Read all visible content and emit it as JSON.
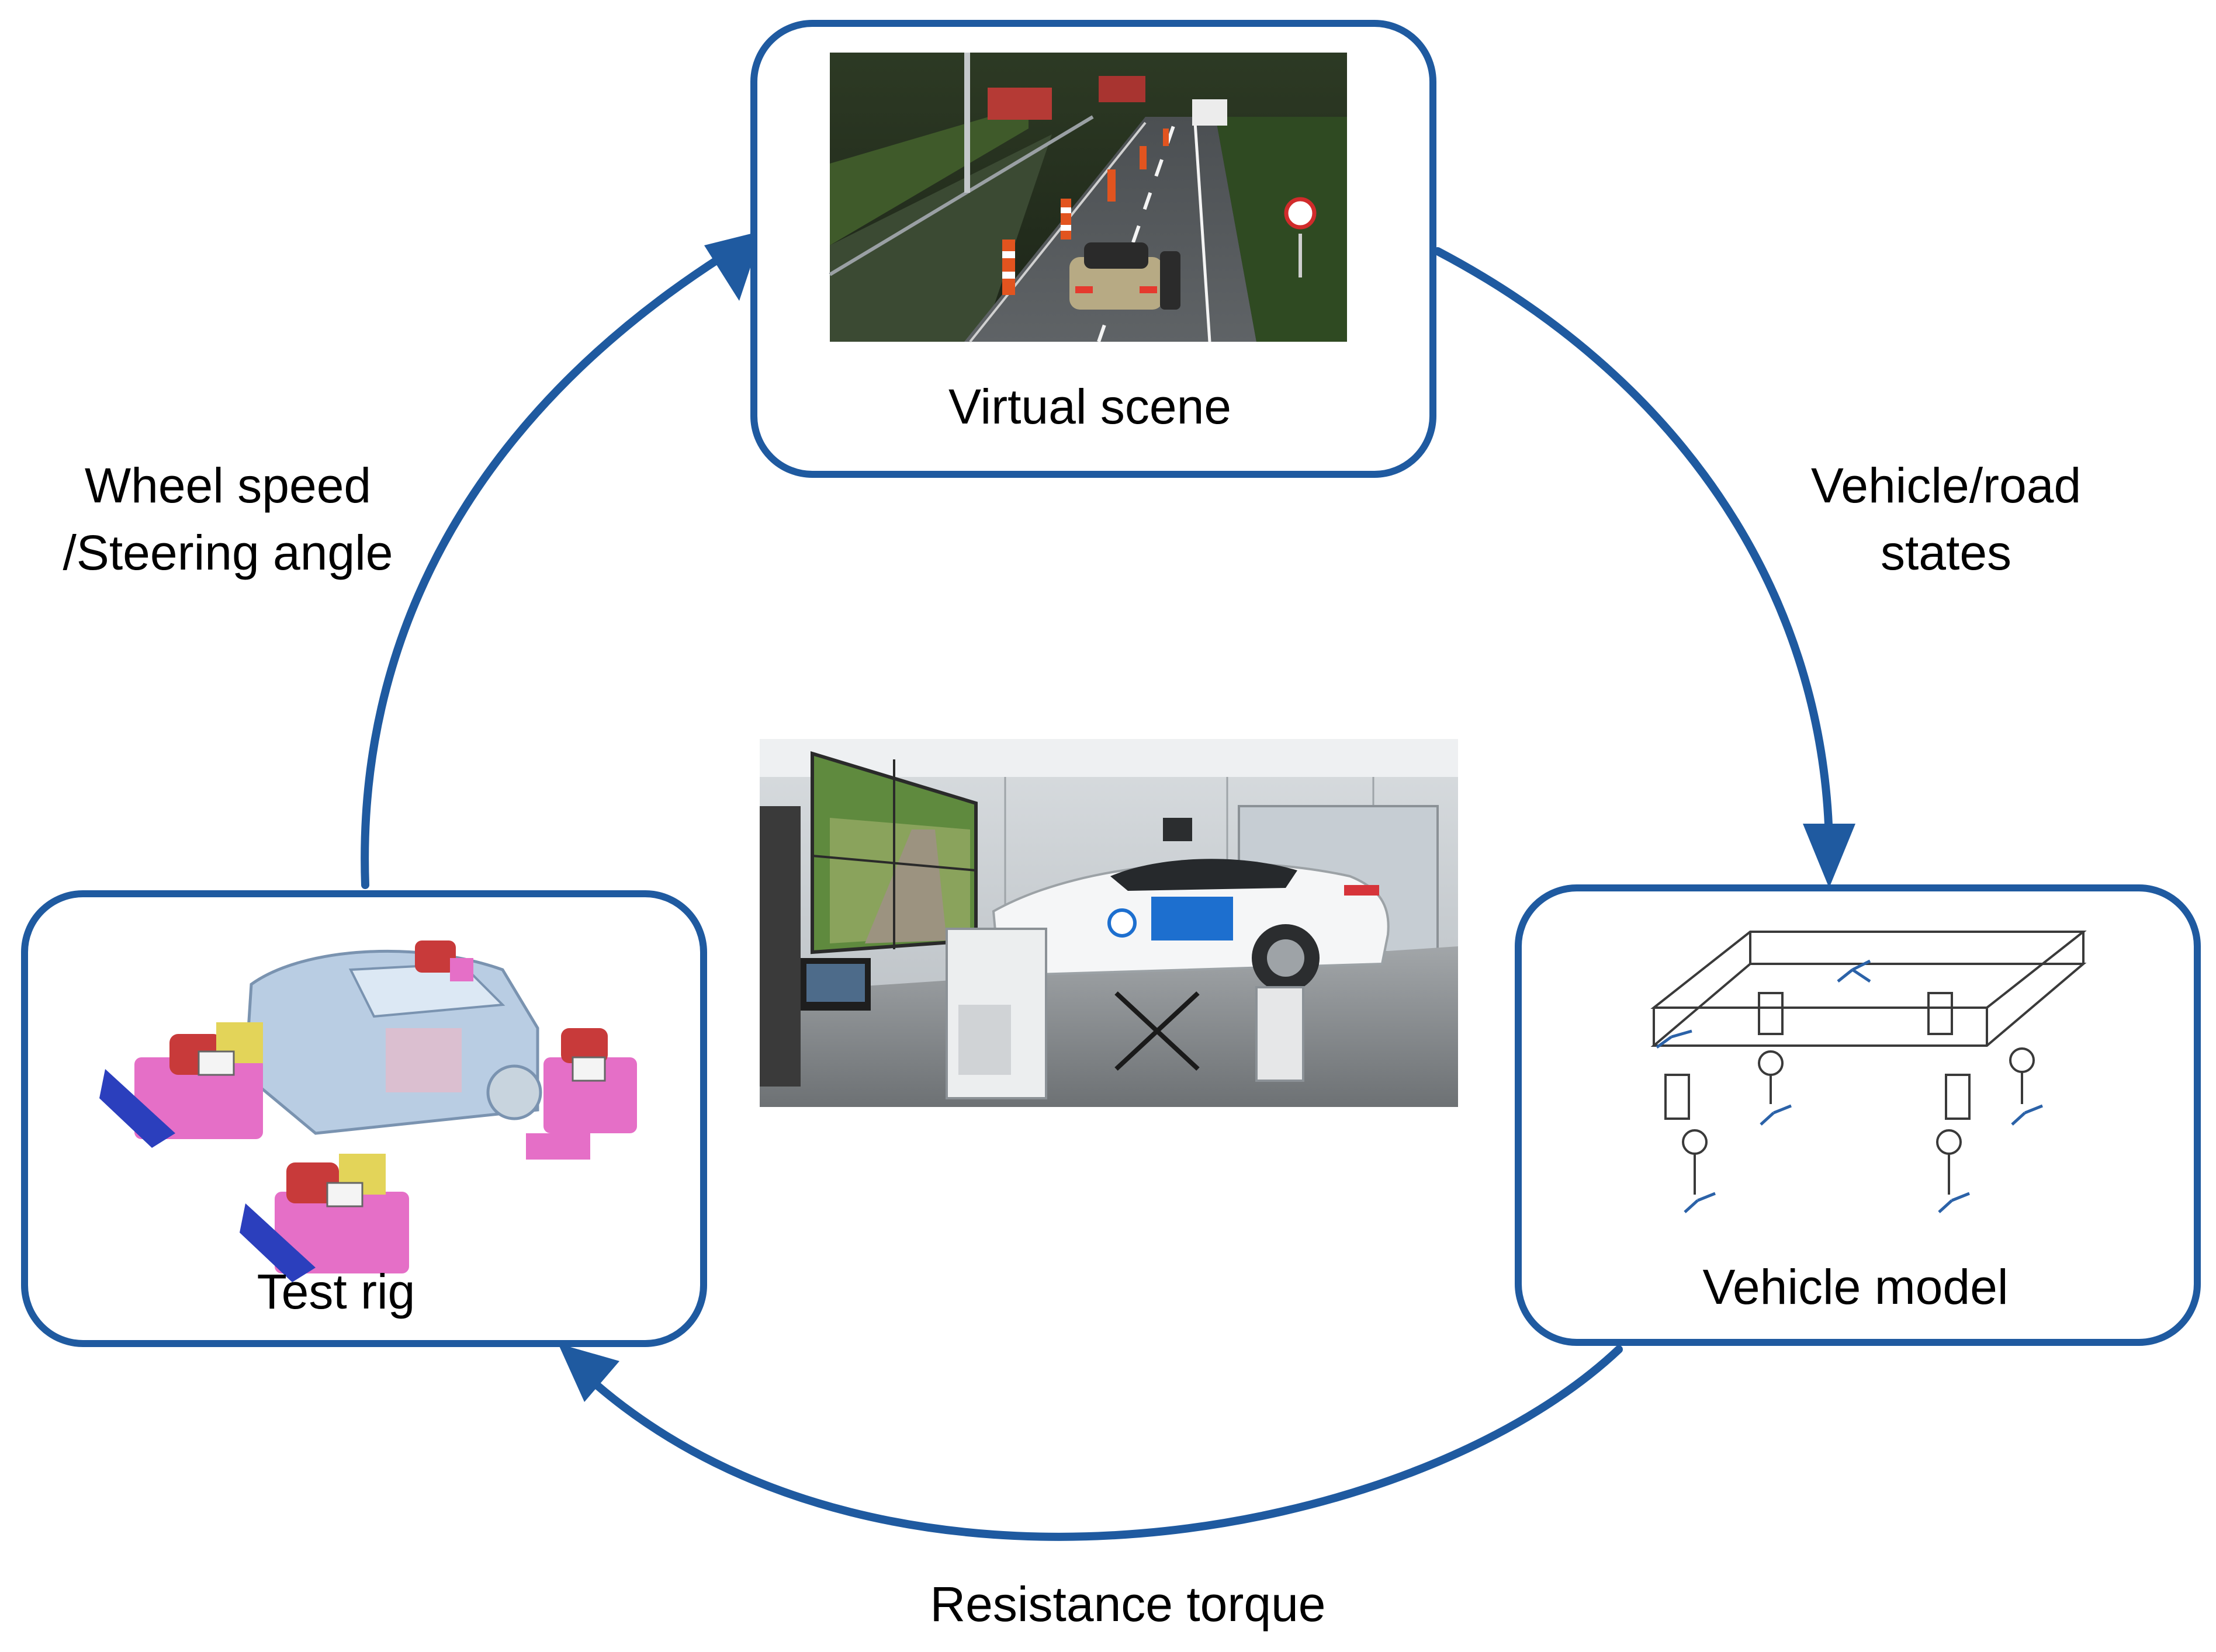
{
  "nodes": {
    "virtual_scene": {
      "label": "Virtual scene"
    },
    "vehicle_model": {
      "label": "Vehicle model"
    },
    "test_rig": {
      "label": "Test rig"
    }
  },
  "edges": {
    "scene_to_model": {
      "line1": "Vehicle/road",
      "line2": "states"
    },
    "model_to_rig": {
      "label": "Resistance torque"
    },
    "rig_to_scene": {
      "line1": "Wheel speed",
      "line2": "/Steering angle"
    }
  },
  "colors": {
    "stroke": "#1f5aa0",
    "text": "#000000",
    "background": "#ffffff"
  }
}
